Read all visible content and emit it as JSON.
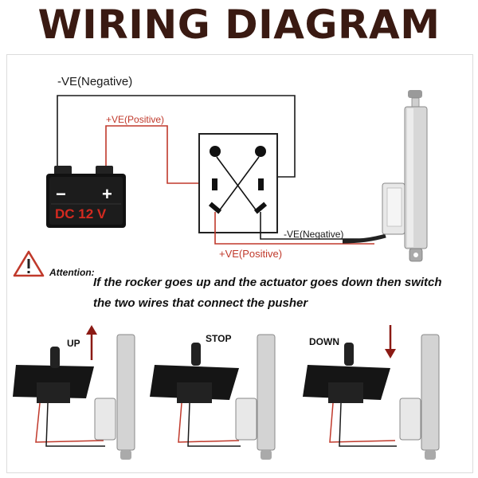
{
  "title": "WIRING DIAGRAM",
  "labels": {
    "negative_top": "-VE(Negative)",
    "positive_top": "+VE(Positive)",
    "negative_right": "-VE(Negative)",
    "positive_bottom": "+VE(Positive)"
  },
  "battery": {
    "label": "DC 12 V",
    "minus_symbol": "−",
    "plus_symbol": "+"
  },
  "attention": {
    "label": "Attention:",
    "line1": "If the rocker goes up and the actuator goes down then switch",
    "line2": "the two wires that connect the pusher"
  },
  "states": [
    {
      "label": "UP",
      "arrow": "up"
    },
    {
      "label": "STOP",
      "arrow": "none"
    },
    {
      "label": "DOWN",
      "arrow": "down"
    }
  ],
  "colors": {
    "title": "#3a1a12",
    "positive_wire": "#c0392b",
    "negative_wire": "#1a1a1a",
    "battery_text": "#d42a20",
    "arrow": "#8b1a14"
  },
  "icons": [
    "warning-icon",
    "battery-icon",
    "rocker-switch-icon",
    "linear-actuator-icon"
  ]
}
